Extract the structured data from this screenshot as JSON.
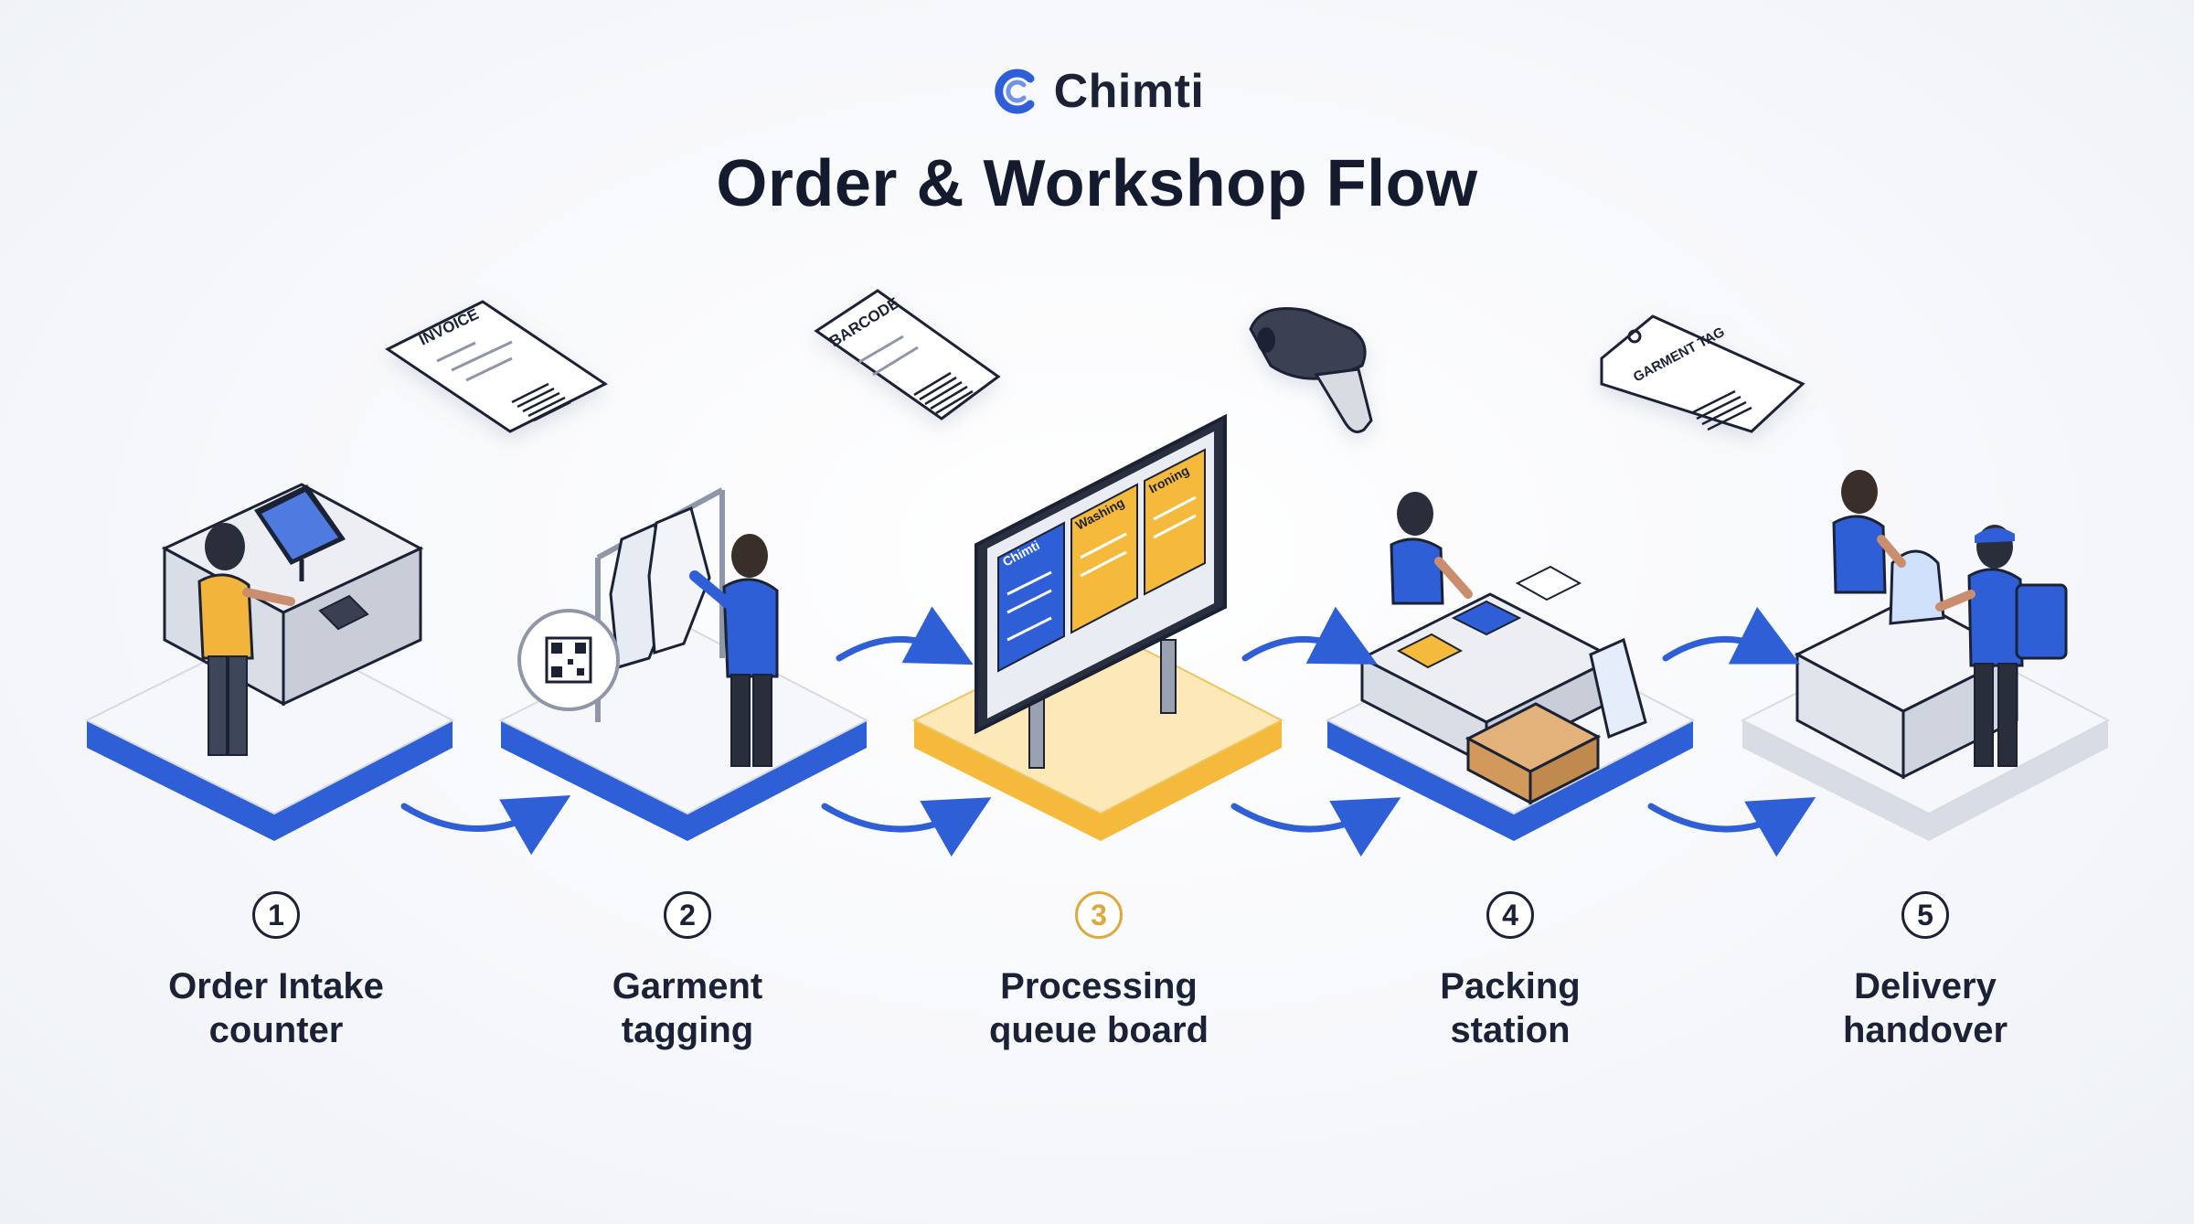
{
  "brand": {
    "name": "Chimti",
    "logo_icon": "chimti-c-logo-icon",
    "color": "#2f5fd6"
  },
  "title": "Order & Workshop Flow",
  "props": {
    "invoice_label": "INVOICE",
    "barcode_label": "BARCODE",
    "garment_tag_label": "GARMENT TAG",
    "scanner_icon": "barcode-scanner-icon"
  },
  "board": {
    "col1": "Chimti",
    "col2": "Washing",
    "col3": "Ironing"
  },
  "colors": {
    "primary": "#2f5fd6",
    "accent": "#f5b93b",
    "dark": "#1b2236",
    "platform": "#f4f6fa"
  },
  "steps": [
    {
      "num": "1",
      "line1": "Order Intake",
      "line2": "counter"
    },
    {
      "num": "2",
      "line1": "Garment",
      "line2": "tagging"
    },
    {
      "num": "3",
      "line1": "Processing",
      "line2": "queue board",
      "highlight": true
    },
    {
      "num": "4",
      "line1": "Packing",
      "line2": "station"
    },
    {
      "num": "5",
      "line1": "Delivery",
      "line2": "handover"
    }
  ]
}
